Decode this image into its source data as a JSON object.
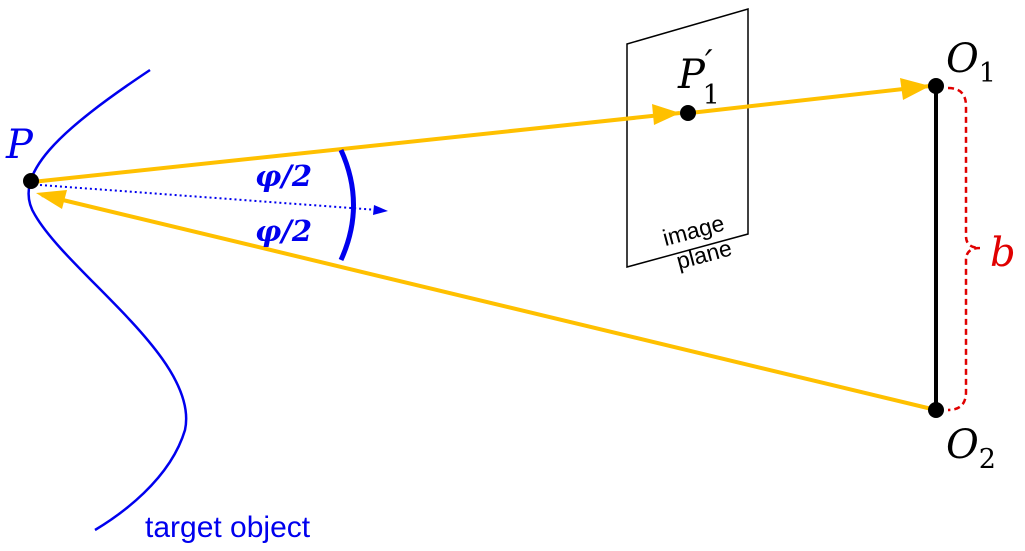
{
  "labels": {
    "p": "P",
    "p1_main": "P",
    "p1_sup": "′",
    "p1_sub": "1",
    "o1_main": "O",
    "o1_sub": "1",
    "o2_main": "O",
    "o2_sub": "2",
    "b": "b",
    "angle_top": "φ/2",
    "angle_bottom": "φ/2",
    "image_plane_line1": "image",
    "image_plane_line2": "plane",
    "target_object": "target object"
  },
  "colors": {
    "ray": "#FFC000",
    "curve": "#0000EE",
    "point": "#000000",
    "baseline": "#000000",
    "brace": "#E00000",
    "text_blue": "#0000EE",
    "text_black": "#000000"
  },
  "icons": {
    "arrowhead": "triangle-arrow-icon",
    "point_marker": "filled-circle-icon",
    "brace": "curly-brace-icon"
  }
}
